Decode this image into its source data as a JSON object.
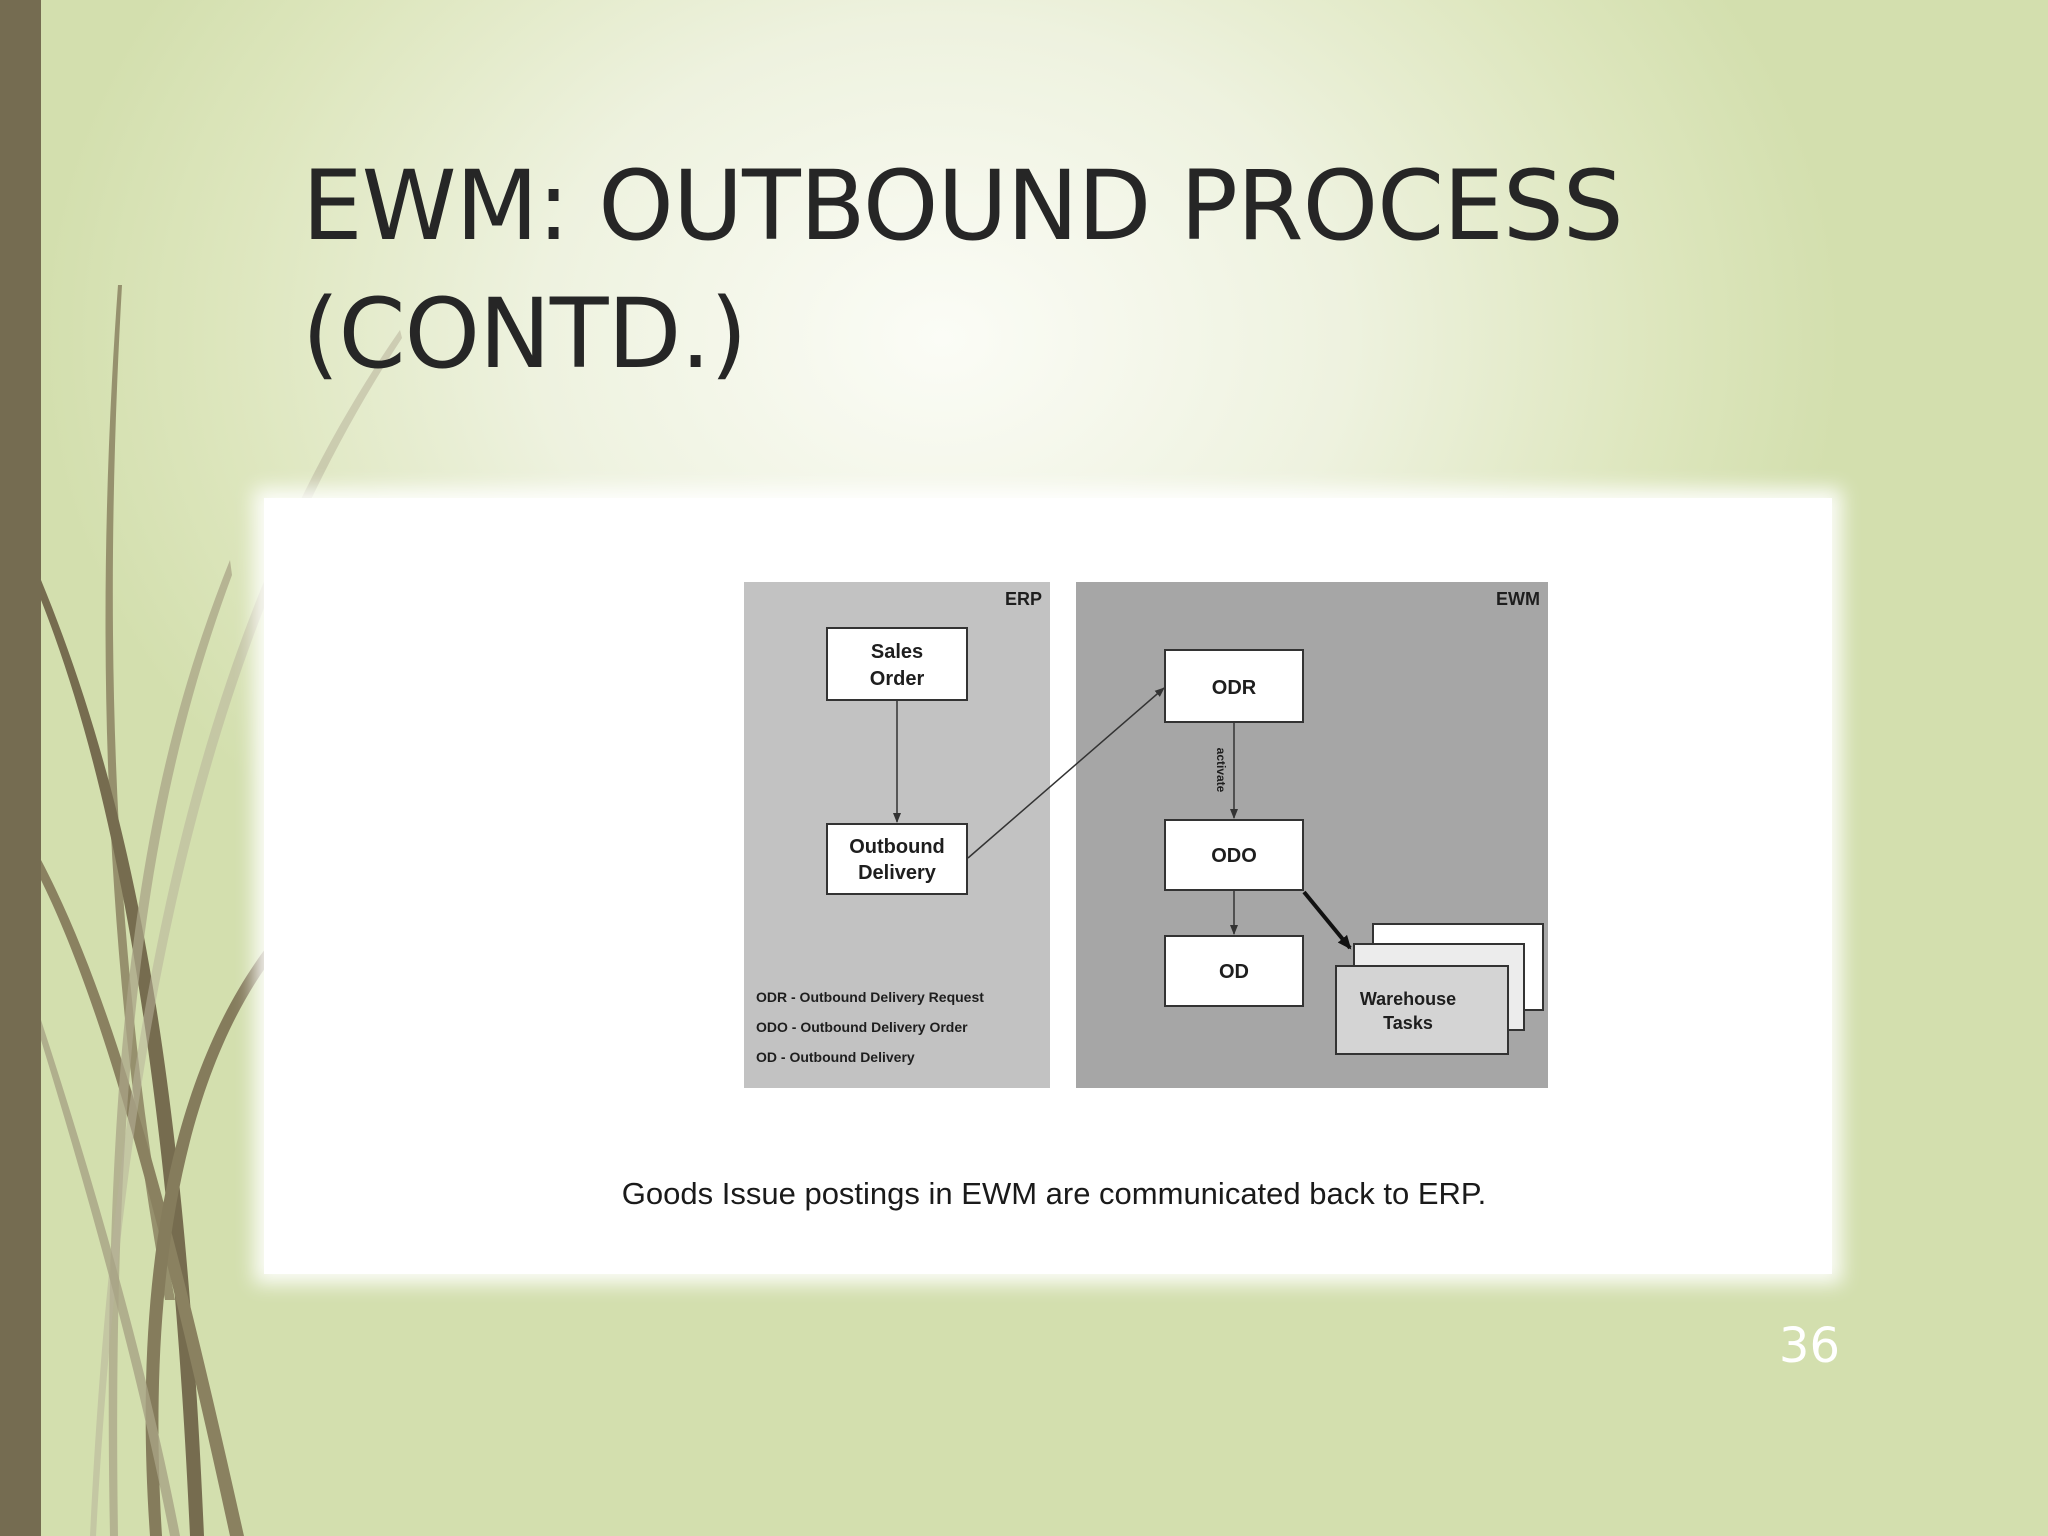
{
  "slide": {
    "title_line1": "EWM: OUTBOUND PROCESS",
    "title_line2": "(CONTD.)",
    "slide_number": "36",
    "caption": "Goods Issue postings in EWM are communicated back to ERP."
  },
  "diagram": {
    "erp_panel_label": "ERP",
    "ewm_panel_label": "EWM",
    "sales_order_line1": "Sales",
    "sales_order_line2": "Order",
    "outbound_delivery_line1": "Outbound",
    "outbound_delivery_line2": "Delivery",
    "odr_label": "ODR",
    "odo_label": "ODO",
    "od_label": "OD",
    "activate_label": "activate",
    "warehouse_tasks_line1": "Warehouse",
    "warehouse_tasks_line2": "Tasks",
    "legend": [
      "ODR - Outbound Delivery Request",
      "ODO - Outbound Delivery Order",
      "OD - Outbound Delivery"
    ]
  },
  "colors": {
    "left_bar": "#756c51",
    "erp_panel": "#c2c2c2",
    "ewm_panel": "#a6a6a6",
    "task_box": "#d4d4d4",
    "slide_number": "#ffffff"
  }
}
